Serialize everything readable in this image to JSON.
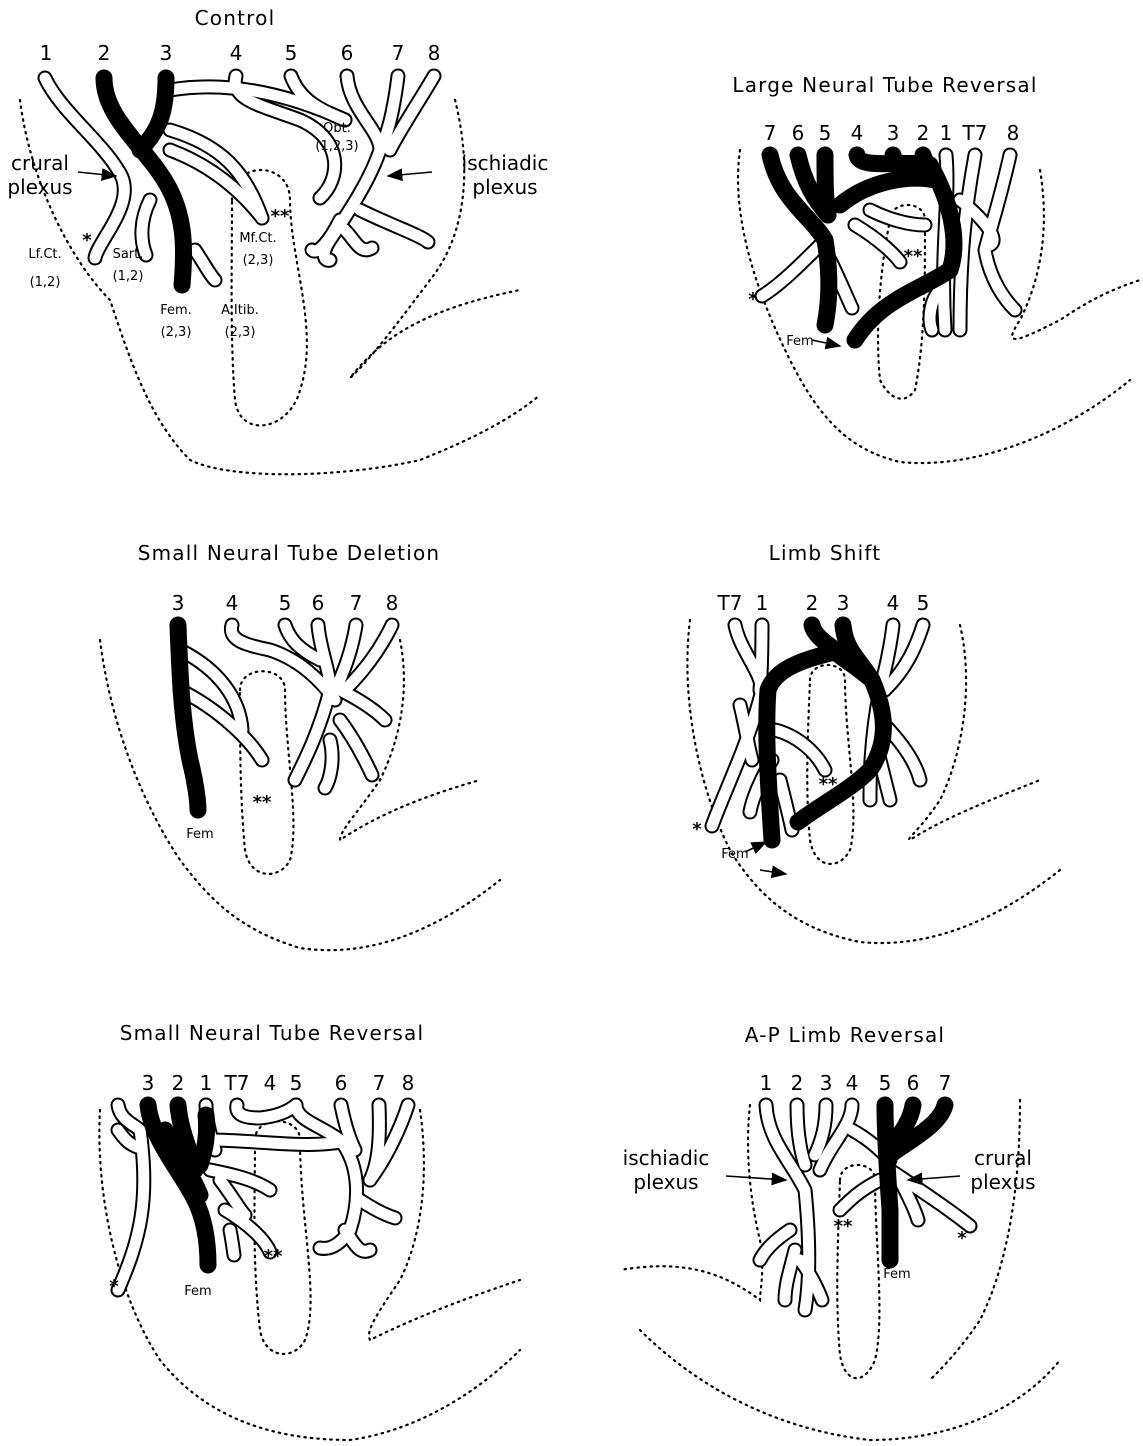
{
  "panels": {
    "control": {
      "title": "Control",
      "roots": [
        "1",
        "2",
        "3",
        "4",
        "5",
        "6",
        "7",
        "8"
      ],
      "crural_plexus": [
        "crural",
        "plexus"
      ],
      "ischiadic_plexus": [
        "ischiadic",
        "plexus"
      ],
      "obt": [
        "Obt.",
        "(1,2,3)"
      ],
      "lfct": [
        "Lf.Ct.",
        "(1,2)"
      ],
      "sart": [
        "Sart.",
        "(1,2)"
      ],
      "mfct": [
        "Mf.Ct.",
        "(2,3)"
      ],
      "fem": [
        "Fem.",
        "(2,3)"
      ],
      "aitib": [
        "A.Itib.",
        "(2,3)"
      ],
      "single_star": "*",
      "double_star": "**"
    },
    "large_reversal": {
      "title": "Large Neural Tube Reversal",
      "roots": [
        "7",
        "6",
        "5",
        "4",
        "3",
        "2",
        "1",
        "T7",
        "8"
      ],
      "fem": "Fem",
      "single_star": "*",
      "double_star": "**"
    },
    "small_deletion": {
      "title": "Small Neural Tube Deletion",
      "roots": [
        "3",
        "4",
        "5",
        "6",
        "7",
        "8"
      ],
      "fem": "Fem",
      "double_star": "**"
    },
    "limb_shift": {
      "title": "Limb Shift",
      "roots": [
        "T7",
        "1",
        "2",
        "3",
        "4",
        "5"
      ],
      "fem": "Fem",
      "single_star": "*",
      "double_star": "**"
    },
    "small_reversal": {
      "title": "Small Neural Tube Reversal",
      "roots": [
        "3",
        "2",
        "1",
        "T7",
        "4",
        "5",
        "6",
        "7",
        "8"
      ],
      "fem": "Fem",
      "single_star": "*",
      "double_star": "**"
    },
    "ap_reversal": {
      "title": "A-P Limb Reversal",
      "roots": [
        "1",
        "2",
        "3",
        "4",
        "5",
        "6",
        "7"
      ],
      "ischiadic_plexus": [
        "ischiadic",
        "plexus"
      ],
      "crural_plexus": [
        "crural",
        "plexus"
      ],
      "fem": "Fem",
      "single_star": "*",
      "double_star": "**"
    }
  }
}
